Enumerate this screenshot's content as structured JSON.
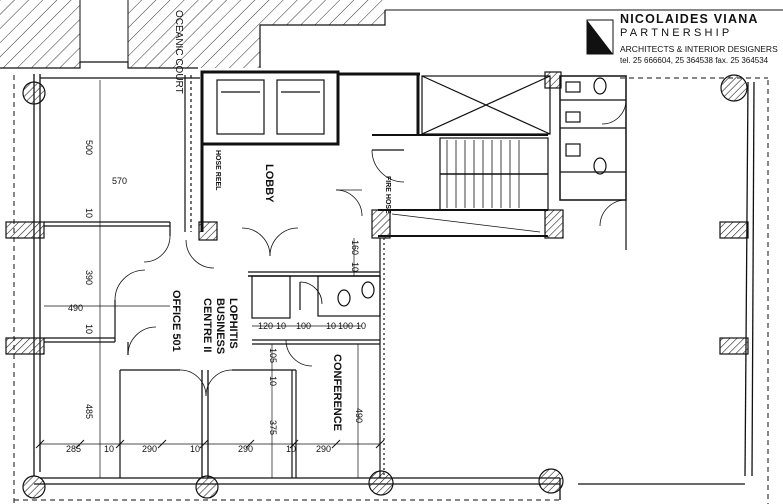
{
  "company": {
    "name": "NICOLAIDES VIANA",
    "tagline": "PARTNERSHIP",
    "description": "ARCHITECTS & INTERIOR DESIGNERS",
    "contact": "tel. 25 666604, 25 364538  fax. 25 364534"
  },
  "labels": {
    "oceanic_court": "OCEANIC COURT",
    "lobby": "LOBBY",
    "hose_reel": "HOSE REEL",
    "fire_hose": "FIRE HOSE",
    "office": "OFFICE 501",
    "business_centre": "LOPHITIS BUSINESS CENTRE II",
    "conference": "CONFERENCE"
  },
  "dimensions": {
    "d500": "500",
    "d570": "570",
    "d10a": "10",
    "d390": "390",
    "d490a": "490",
    "d10b": "10",
    "d485": "485",
    "d160": "160",
    "d10c": "10",
    "d120": "120",
    "d10d": "10",
    "d100a": "100",
    "d10e": "10",
    "d100b": "100",
    "d10f": "10",
    "d105": "105",
    "d10g": "10",
    "d375": "375",
    "d490b": "490",
    "b285": "285",
    "b10a": "10",
    "b290a": "290",
    "b10b": "10",
    "b290b": "290",
    "b10c": "10",
    "b290c": "290"
  }
}
